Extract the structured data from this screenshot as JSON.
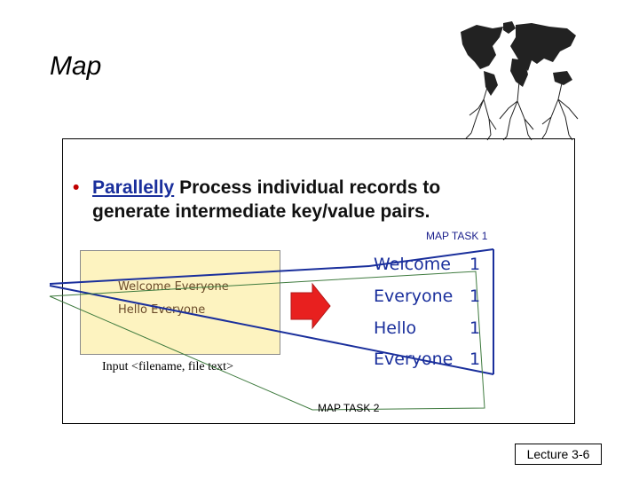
{
  "slide": {
    "title": "Map",
    "bullet": {
      "emphasis": "Parallelly",
      "rest_line1": " Process individual records to",
      "line2": "generate intermediate key/value pairs."
    },
    "input": {
      "lines": [
        "Welcome Everyone",
        "Hello Everyone"
      ],
      "label": "Input <filename, file text>"
    },
    "map_task_1": "MAP TASK 1",
    "map_task_2": "MAP TASK 2",
    "pairs": [
      {
        "key": "Welcome",
        "value": "1"
      },
      {
        "key": "Everyone",
        "value": "1"
      },
      {
        "key": "Hello",
        "value": "1"
      },
      {
        "key": "Everyone",
        "value": "1"
      }
    ],
    "footer": "Lecture 3-6"
  },
  "colors": {
    "accent_blue": "#1a2f9c",
    "arrow_red": "#e8201f",
    "input_fill": "#fdf3c0",
    "bullet_red": "#c00000"
  },
  "icons": {
    "logo": "world-map-with-tree-roots-icon",
    "arrow": "right-arrow-icon"
  }
}
